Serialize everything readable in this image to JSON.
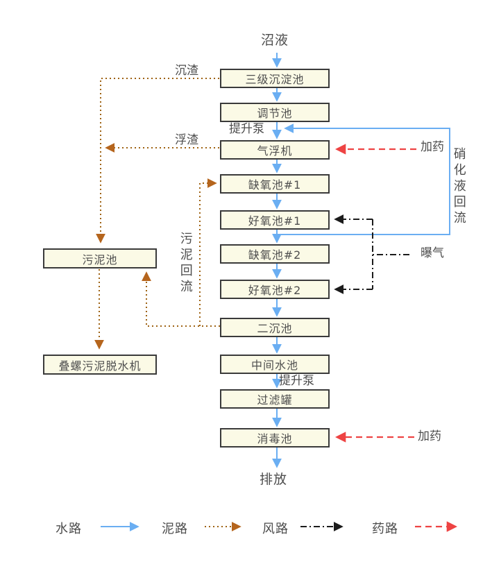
{
  "diagram": {
    "source_label": "沼液",
    "outfall_label": "排放",
    "main_chain": [
      {
        "label": "三级沉淀池"
      },
      {
        "label": "调节池"
      },
      {
        "label": "气浮机"
      },
      {
        "label": "缺氧池#1"
      },
      {
        "label": "好氧池#1"
      },
      {
        "label": "缺氧池#2"
      },
      {
        "label": "好氧池#2"
      },
      {
        "label": "二沉池"
      },
      {
        "label": "中间水池"
      },
      {
        "label": "过滤罐"
      },
      {
        "label": "消毒池"
      }
    ],
    "side_chain": [
      {
        "label": "污泥池"
      },
      {
        "label": "叠螺污泥脱水机"
      }
    ],
    "flow_labels": {
      "sediment_scum": "沉渣",
      "floating_scum": "浮渣",
      "lift_pump_1": "提升泵",
      "lift_pump_2": "提升泵",
      "dosing_1": "加药",
      "dosing_2": "加药",
      "aeration": "曝气",
      "nitrified_liquid_return": "硝化液回流",
      "sludge_return": "污泥回流"
    }
  },
  "legend": {
    "items": [
      {
        "label": "水路",
        "type": "water",
        "color": "#6aaef2",
        "style": "solid"
      },
      {
        "label": "泥路",
        "type": "sludge",
        "color": "#a8650f",
        "style": "dotted"
      },
      {
        "label": "风路",
        "type": "air",
        "color": "#1b1b1b",
        "style": "dash-dot"
      },
      {
        "label": "药路",
        "type": "chemical",
        "color": "#ee4343",
        "style": "dashed"
      }
    ]
  },
  "colors": {
    "water": "#6aaef2",
    "sludge": "#a8650f",
    "air": "#1b1b1b",
    "chemical": "#ee4343",
    "box_fill": "#fbfae6",
    "box_border": "#3a3a3a",
    "text": "#4d4d4d",
    "background": "#ffffff"
  }
}
